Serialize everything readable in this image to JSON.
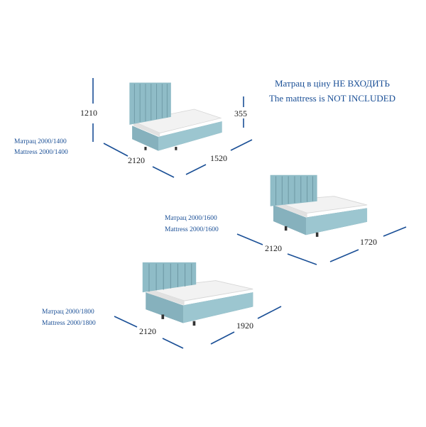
{
  "notice": {
    "ua": "Матрац в ціну НЕ ВХОДИТЬ",
    "en": "The mattress is NOT INCLUDED"
  },
  "beds": [
    {
      "mattress_ua": "Матрац  2000/1400",
      "mattress_en": "Mattress  2000/1400",
      "height": "1210",
      "base_height": "355",
      "length": "2120",
      "width": "1520"
    },
    {
      "mattress_ua": "Матрац  2000/1600",
      "mattress_en": "Mattress  2000/1600",
      "length": "2120",
      "width": "1720"
    },
    {
      "mattress_ua": "Матрац  2000/1800",
      "mattress_en": "Mattress  2000/1800",
      "length": "2120",
      "width": "1920"
    }
  ],
  "colors": {
    "upholstery": "#8fbcc7",
    "upholstery_dark": "#6f9aa6",
    "dimension_line": "#1a4f96",
    "text_blue": "#1a4f96"
  }
}
